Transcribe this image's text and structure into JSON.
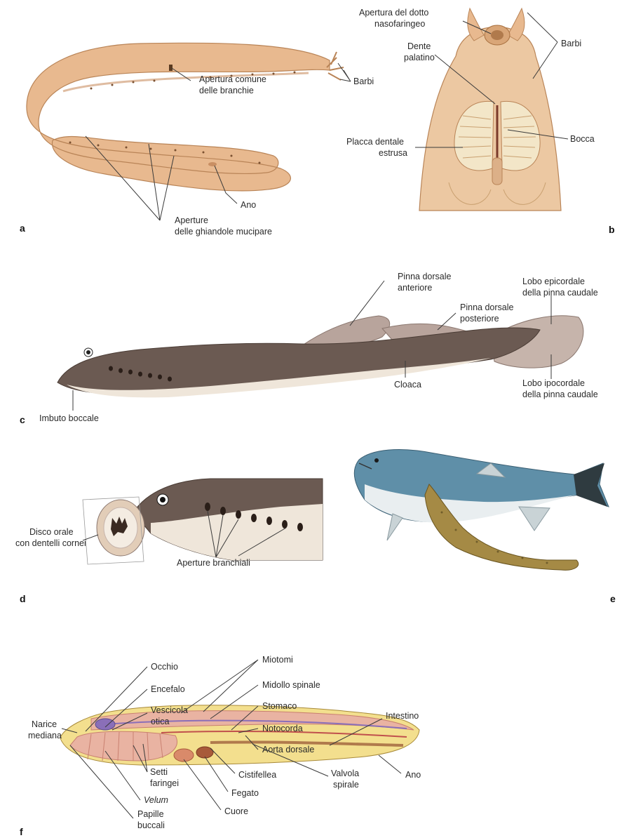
{
  "panels": {
    "a": {
      "letter": "a",
      "labels": {
        "gill_opening_l1": "Apertura comune",
        "gill_opening_l2": "delle branchie",
        "barbels": "Barbi",
        "anus": "Ano",
        "mucous_l1": "Aperture",
        "mucous_l2": "delle ghiandole mucipare"
      }
    },
    "b": {
      "letter": "b",
      "labels": {
        "nasopharyngeal_l1": "Apertura del dotto",
        "nasopharyngeal_l2": "nasofaringeo",
        "palatine_l1": "Dente",
        "palatine_l2": "palatino",
        "barbels": "Barbi",
        "mouth": "Bocca",
        "tooth_plate_l1": "Placca dentale",
        "tooth_plate_l2": "estrusa"
      }
    },
    "c": {
      "letter": "c",
      "labels": {
        "ant_dorsal_l1": "Pinna dorsale",
        "ant_dorsal_l2": "anteriore",
        "post_dorsal_l1": "Pinna dorsale",
        "post_dorsal_l2": "posteriore",
        "epichordal_l1": "Lobo epicordale",
        "epichordal_l2": "della pinna caudale",
        "cloaca": "Cloaca",
        "hypochordal_l1": "Lobo ipocordale",
        "hypochordal_l2": "della pinna caudale",
        "oral_funnel": "Imbuto boccale"
      }
    },
    "d": {
      "letter": "d",
      "labels": {
        "oral_disc_l1": "Disco orale",
        "oral_disc_l2": "con dentelli cornei",
        "gill_openings": "Aperture branchiali"
      }
    },
    "e": {
      "letter": "e"
    },
    "f": {
      "letter": "f",
      "labels": {
        "eye": "Occhio",
        "brain": "Encefalo",
        "otic_l1": "Vescicola",
        "otic_l2": "otica",
        "nostril_l1": "Narice",
        "nostril_l2": "mediana",
        "myotomes": "Miotomi",
        "spinal_cord": "Midollo spinale",
        "stomach": "Stomaco",
        "notochord": "Notocorda",
        "dorsal_aorta": "Aorta dorsale",
        "intestine": "Intestino",
        "septa_l1": "Setti",
        "septa_l2": "faringei",
        "velum": "Velum",
        "papillae_l1": "Papille",
        "papillae_l2": "buccali",
        "gallbladder": "Cistifellea",
        "liver": "Fegato",
        "heart": "Cuore",
        "spiral_l1": "Valvola",
        "spiral_l2": "spirale",
        "anus": "Ano"
      }
    }
  },
  "colors": {
    "hagfish_skin": "#e8b98f",
    "hagfish_shade": "#c98f63",
    "lamprey_back": "#6b5a52",
    "lamprey_belly": "#efe6da",
    "fin": "#b8a49c",
    "salmon_back": "#5f8fa8",
    "salmon_belly": "#e9eef0",
    "lamprey_e": "#a58a45",
    "anat_body": "#f3df8e",
    "anat_muscle": "#e9b3a2",
    "anat_cord": "#8a6fb8",
    "anat_aorta": "#c0504d"
  }
}
